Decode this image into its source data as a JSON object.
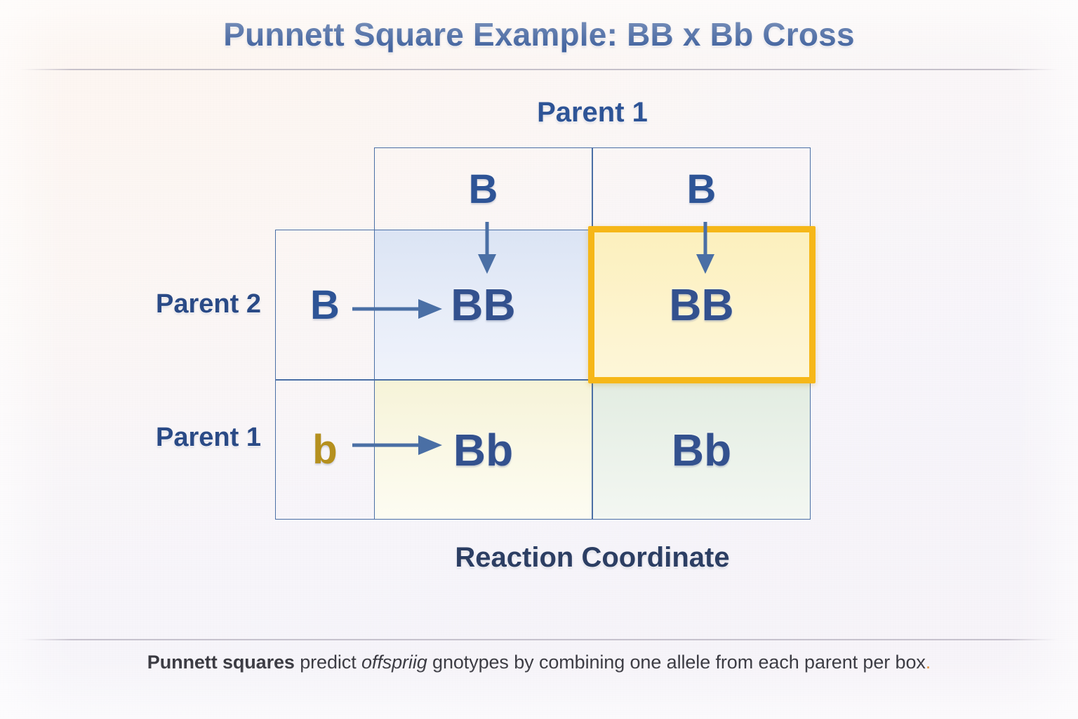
{
  "title": "Punnett Square Example: BB x Bb Cross",
  "colors": {
    "title_blue": "#2c5193",
    "label_blue": "#2e5496",
    "dominant_allele": "#2e5496",
    "recessive_allele": "#b5901f",
    "genotype_text": "#33518e",
    "grid_line": "#4a6fa5",
    "highlight_border": "#f6b718",
    "arrow": "#4a6fa5",
    "axis_caption": "#2c3e63",
    "background": "#f9f5f6"
  },
  "punnett": {
    "top_axis_label": "Parent 1",
    "column_alleles": [
      {
        "symbol": "B",
        "type": "dominant"
      },
      {
        "symbol": "B",
        "type": "dominant"
      }
    ],
    "row_labels": [
      "Parent 2",
      "Parent 1"
    ],
    "row_alleles": [
      {
        "symbol": "B",
        "type": "dominant"
      },
      {
        "symbol": "b",
        "type": "recessive"
      }
    ],
    "cells": [
      {
        "genotype": "BB",
        "fill": "light-blue",
        "highlighted": false
      },
      {
        "genotype": "BB",
        "fill": "yellow",
        "highlighted": true
      },
      {
        "genotype": "Bb",
        "fill": "pale-yellow",
        "highlighted": false
      },
      {
        "genotype": "Bb",
        "fill": "pale-green",
        "highlighted": false
      }
    ],
    "axis_caption": "Reaction Coordinate"
  },
  "footer": {
    "part_1": "Punnett squares ",
    "part_2": "predict ",
    "part_3": "offspriig",
    "part_4": " gnotypes by combining one allele from each parent per box",
    "part_5": "."
  },
  "chart_data": {
    "type": "table",
    "title": "Punnett Square Example: BB x Bb Cross",
    "xlabel": "Parent 1",
    "ylabel": "Parent 2 / Parent 1",
    "columns": [
      "B",
      "B"
    ],
    "rows": [
      "B",
      "b"
    ],
    "values": [
      [
        "BB",
        "BB"
      ],
      [
        "Bb",
        "Bb"
      ]
    ],
    "highlighted_cell": {
      "row": 0,
      "col": 1,
      "value": "BB"
    },
    "annotations": [
      "Reaction Coordinate"
    ],
    "legend": []
  }
}
